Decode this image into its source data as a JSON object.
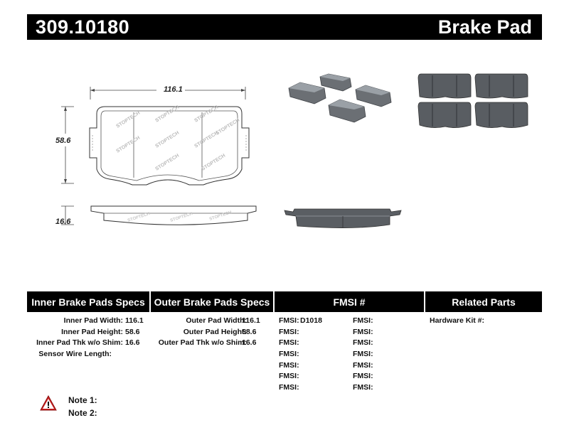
{
  "header": {
    "part_number": "309.10180",
    "category": "Brake Pad"
  },
  "drawing": {
    "width_dim": "116.1",
    "height_dim": "58.6",
    "thickness_dim": "16.6",
    "brand_mark": "STOPTECH"
  },
  "specs": {
    "inner": {
      "title": "Inner Brake Pads Specs",
      "rows": [
        {
          "label": "Inner Pad Width:",
          "value": "116.1"
        },
        {
          "label": "Inner Pad Height:",
          "value": "58.6"
        },
        {
          "label": "Inner Pad Thk w/o Shim:",
          "value": "16.6"
        },
        {
          "label": "Sensor Wire Length:",
          "value": ""
        }
      ]
    },
    "outer": {
      "title": "Outer Brake Pads Specs",
      "rows": [
        {
          "label": "Outer Pad Width:",
          "value": "116.1"
        },
        {
          "label": "Outer Pad Height:",
          "value": "58.6"
        },
        {
          "label": "Outer Pad Thk w/o Shim:",
          "value": "16.6"
        }
      ]
    },
    "fmsi": {
      "title": "FMSI #",
      "col1": [
        {
          "label": "FMSI:",
          "value": "D1018"
        },
        {
          "label": "FMSI:",
          "value": ""
        },
        {
          "label": "FMSI:",
          "value": ""
        },
        {
          "label": "FMSI:",
          "value": ""
        },
        {
          "label": "FMSI:",
          "value": ""
        },
        {
          "label": "FMSI:",
          "value": ""
        },
        {
          "label": "FMSI:",
          "value": ""
        }
      ],
      "col2": [
        {
          "label": "FMSI:",
          "value": ""
        },
        {
          "label": "FMSI:",
          "value": ""
        },
        {
          "label": "FMSI:",
          "value": ""
        },
        {
          "label": "FMSI:",
          "value": ""
        },
        {
          "label": "FMSI:",
          "value": ""
        },
        {
          "label": "FMSI:",
          "value": ""
        },
        {
          "label": "FMSI:",
          "value": ""
        }
      ]
    },
    "related": {
      "title": "Related Parts",
      "rows": [
        {
          "label": "Hardware Kit #:",
          "value": ""
        }
      ]
    }
  },
  "notes": [
    {
      "label": "Note 1:",
      "value": ""
    },
    {
      "label": "Note 2:",
      "value": ""
    }
  ],
  "colors": {
    "header_bg": "#000000",
    "pad_gray": "#5f6368",
    "warning_red": "#cc1f1f"
  }
}
